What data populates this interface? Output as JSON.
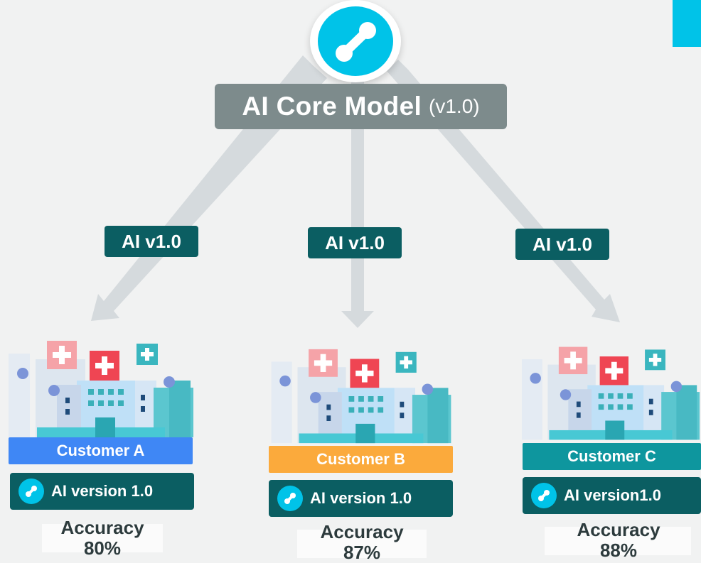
{
  "core": {
    "title": "AI  Core Model",
    "version": "(v1.0)"
  },
  "version_labels": [
    "AI v1.0",
    "AI v1.0",
    "AI v1.0"
  ],
  "customers": [
    {
      "name": "Customer A",
      "ai_label": "AI version 1.0",
      "accuracy_label": "Accuracy",
      "accuracy_value": "80%",
      "color": "#3f87f5"
    },
    {
      "name": "Customer B",
      "ai_label": "AI version 1.0",
      "accuracy_label": "Accuracy",
      "accuracy_value": "87%",
      "color": "#fbaa3c"
    },
    {
      "name": "Customer C",
      "ai_label": "AI version1.0",
      "accuracy_label": "Accuracy",
      "accuracy_value": "88%",
      "color": "#0e969e"
    }
  ],
  "colors": {
    "accent": "#00c3e8",
    "badge": "#0b5e62",
    "core_label_bg": "#7d8b8c",
    "arrow": "#d5dadd"
  },
  "icons": {
    "model": "link-node-icon",
    "building": "hospital-building-icon"
  }
}
